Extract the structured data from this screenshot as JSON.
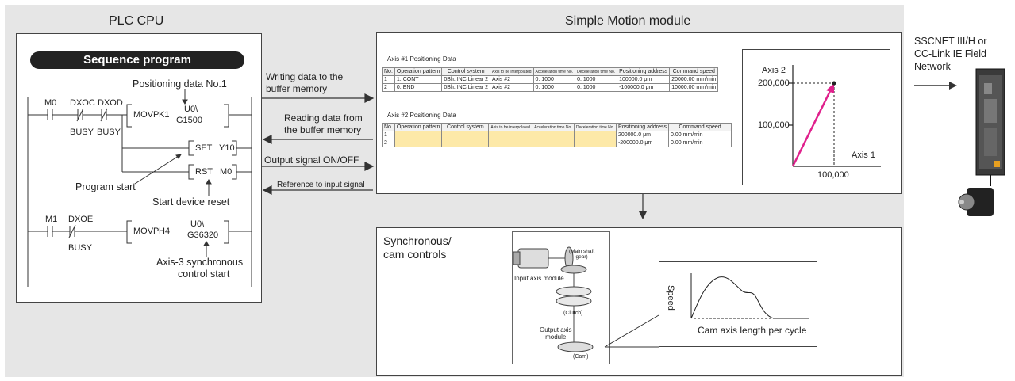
{
  "plc": {
    "title": "PLC CPU",
    "program_header": "Sequence program",
    "positioning_label": "Positioning data No.1",
    "rung1": {
      "m0": "M0",
      "dxoc": "DXOC",
      "dxod": "DXOD",
      "busy1": "BUSY",
      "busy2": "BUSY",
      "movp": "MOVP",
      "k1": "K1",
      "u0": "U0\\",
      "g1500": "G1500"
    },
    "set": "SET",
    "y10": "Y10",
    "rst": "RST",
    "m0b": "M0",
    "program_start": "Program start",
    "start_reset": "Start device reset",
    "rung2": {
      "m1": "M1",
      "dxoe": "DXOE",
      "busy": "BUSY",
      "movp": "MOVP",
      "h4": "H4",
      "u0": "U0\\",
      "g36320": "G36320"
    },
    "axis3_line1": "Axis-3 synchronous",
    "axis3_line2": "control start"
  },
  "arrows": {
    "write_line1": "Writing data to the",
    "write_line2": "buffer memory",
    "read_line1": "Reading data from",
    "read_line2": "the buffer memory",
    "output_signal": "Output signal ON/OFF",
    "reference": "Reference to input signal"
  },
  "motion": {
    "title": "Simple Motion module",
    "axis1_table_title": "Axis #1 Positioning Data",
    "axis2_table_title": "Axis #2 Positioning Data",
    "columns": [
      "No.",
      "Operation pattern",
      "Control system",
      "Axis to be interpolated",
      "Acceleration time No.",
      "Deceleration time No.",
      "Positioning address",
      "Command speed"
    ],
    "axis1_rows": [
      [
        "1",
        "1: CONT",
        "0Bh: INC Linear 2",
        "Axis #2",
        "0: 1000",
        "0: 1000",
        "100000.0 μm",
        "20000.00 mm/min"
      ],
      [
        "2",
        "0: END",
        "0Bh: INC Linear 2",
        "Axis #2",
        "0: 1000",
        "0: 1000",
        "-100000.0 μm",
        "10000.00 mm/min"
      ]
    ],
    "axis2_rows": [
      [
        "1",
        "",
        "",
        "",
        "",
        "",
        "200000.0 μm",
        "0.00 mm/min"
      ],
      [
        "2",
        "",
        "",
        "",
        "",
        "",
        "-200000.0 μm",
        "0.00 mm/min"
      ]
    ],
    "graph": {
      "y_axis_label": "Axis 2",
      "x_axis_label": "Axis 1",
      "y_tick_top": "200,000",
      "y_tick_mid": "100,000",
      "x_tick": "100,000",
      "color": "#e0208c"
    }
  },
  "sync": {
    "title_line1": "Synchronous/",
    "title_line2": "cam controls",
    "main_shaft_line1": "(Main shaft",
    "main_shaft_line2": "gear)",
    "input_axis": "Input axis module",
    "clutch": "(Clutch)",
    "output_line1": "Output axis",
    "output_line2": "module",
    "cam": "(Cam)",
    "speed": "Speed",
    "cam_axis": "Cam axis length per cycle"
  },
  "network": {
    "line1": "SSCNET III/H or",
    "line2": "CC-Link IE Field",
    "line3": "Network"
  }
}
